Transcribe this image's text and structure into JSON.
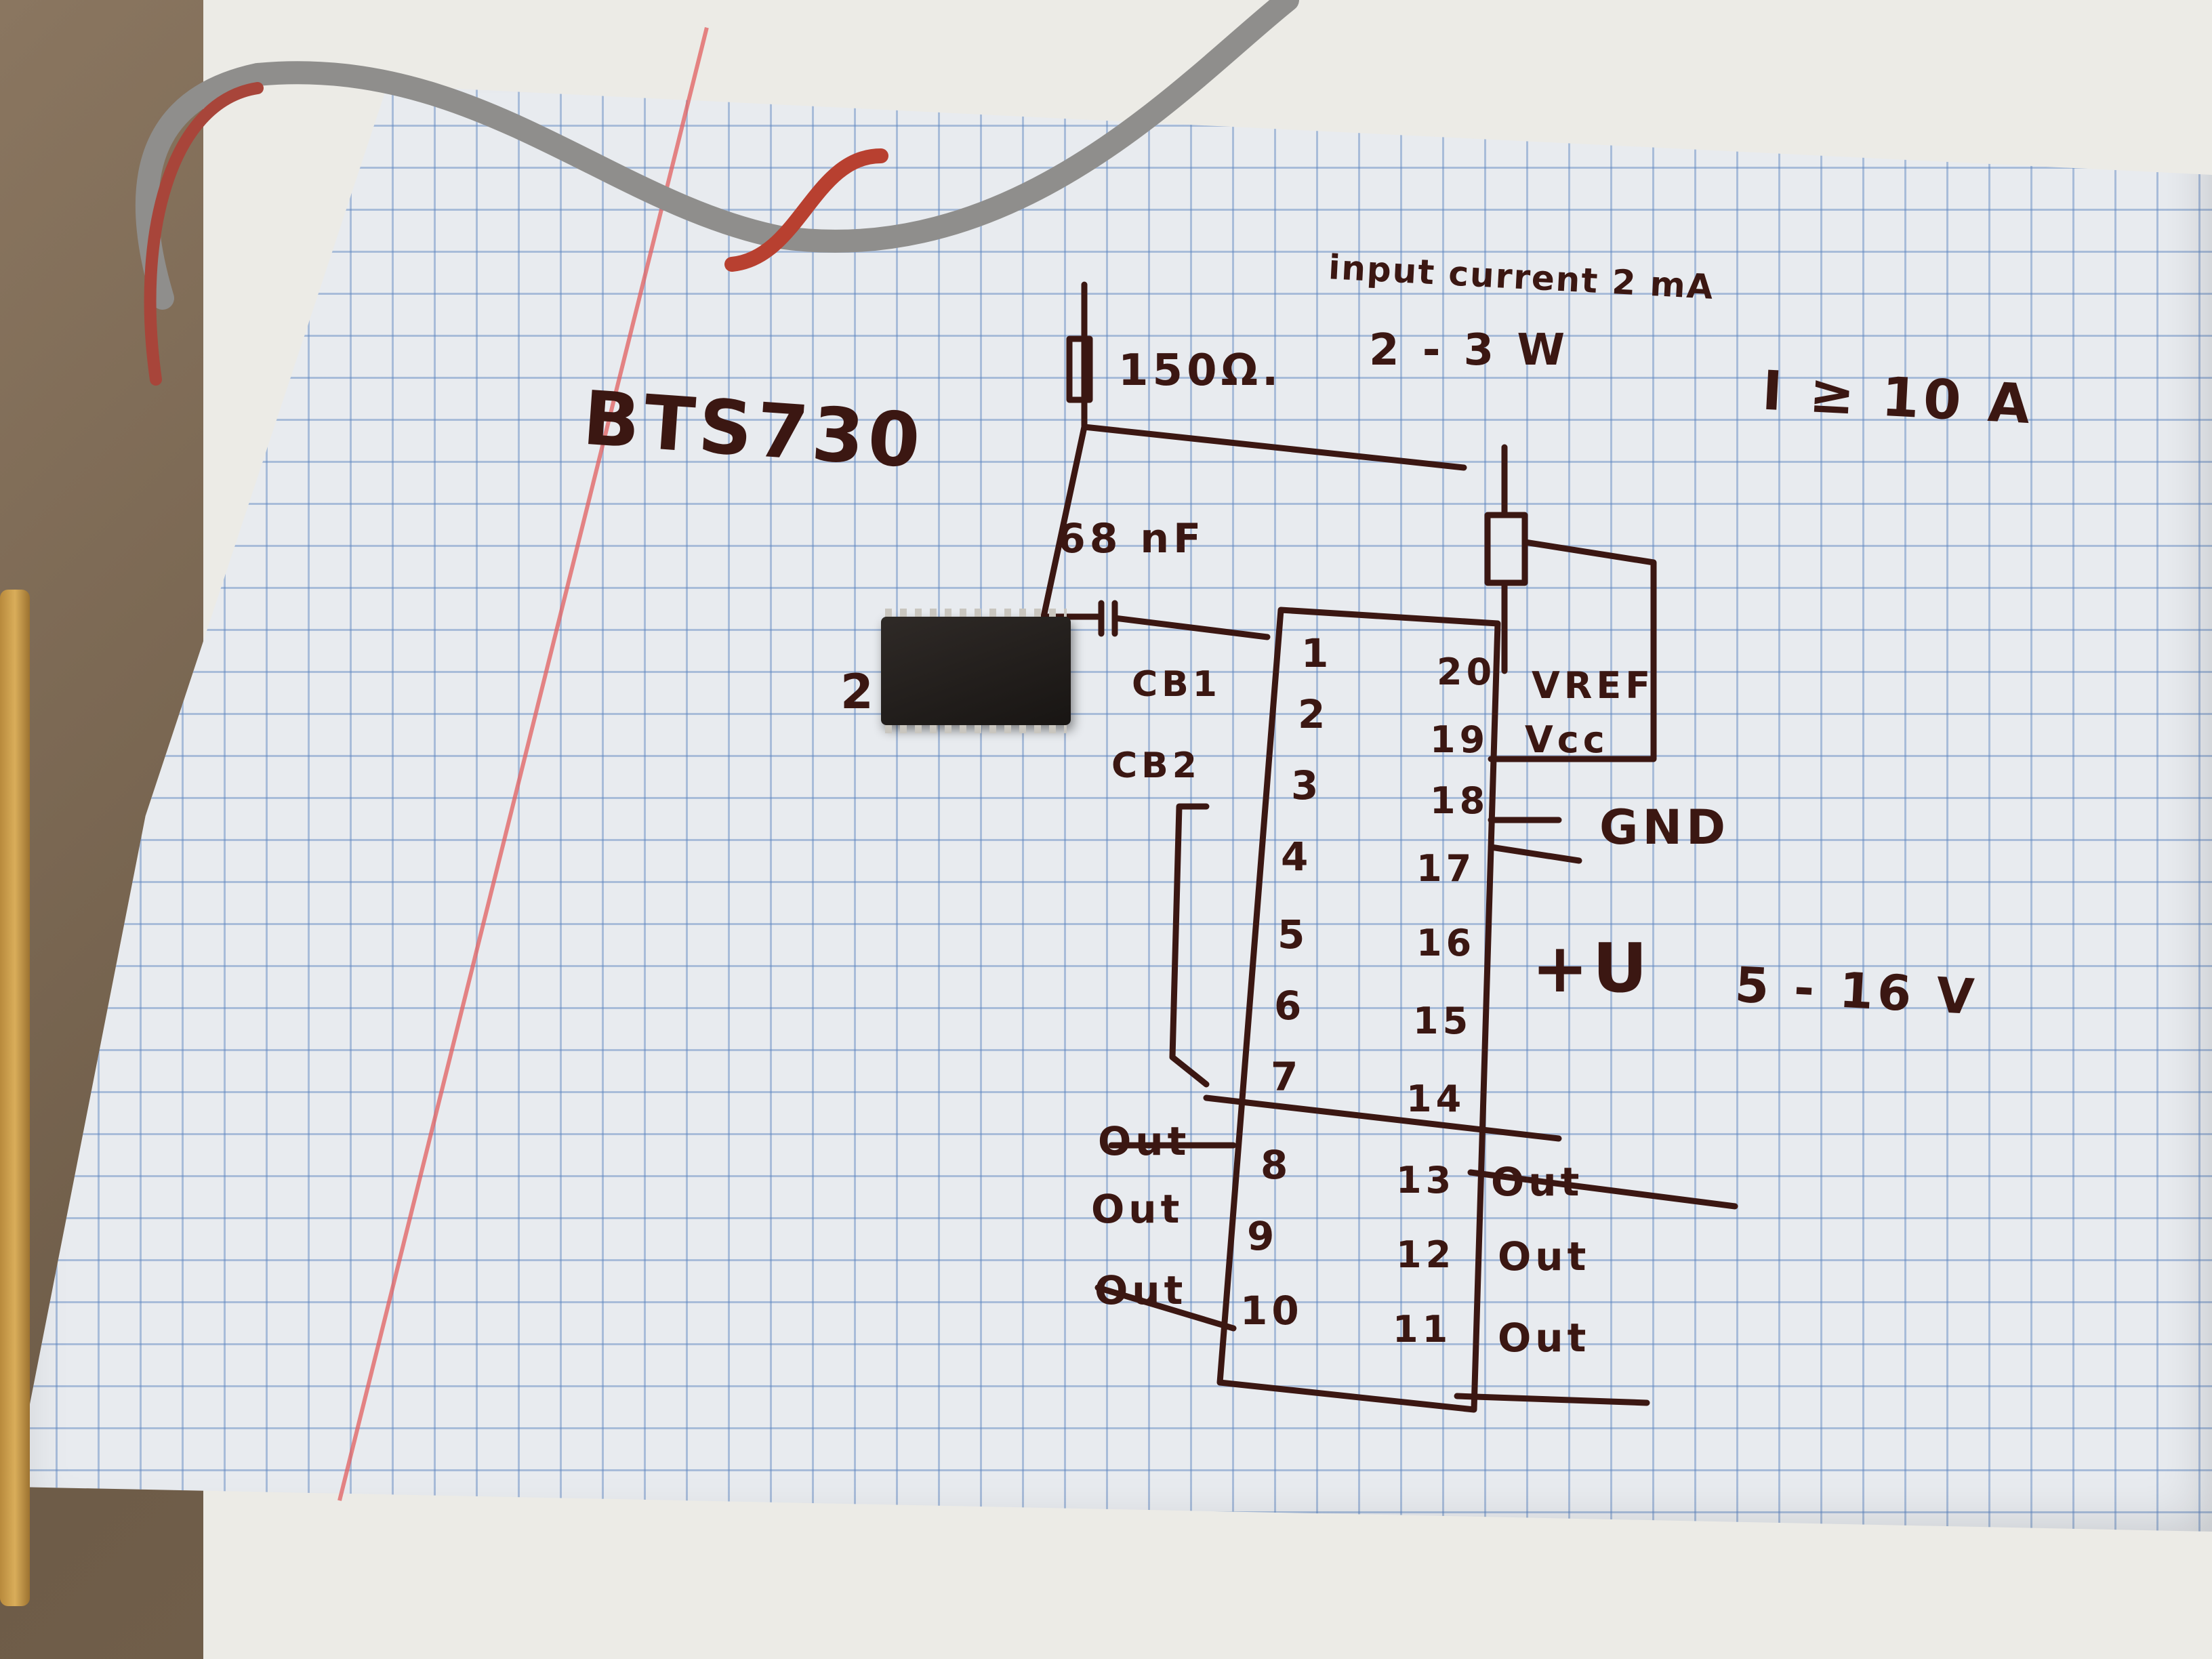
{
  "photo": {
    "title_text": "BTS730",
    "resistor_top": "150Ω.",
    "capacitor": "68 nF",
    "notes": {
      "input_current": "input current 2 mA",
      "power": "2 - 3 W",
      "current": "I ≥ 10 A"
    },
    "chip_count": "2",
    "left_labels": [
      "1",
      "2",
      "3",
      "4",
      "5",
      "6",
      "7",
      "8",
      "9",
      "10"
    ],
    "right_labels": [
      "20",
      "19",
      "18",
      "17",
      "16",
      "15",
      "14",
      "13",
      "12",
      "11"
    ],
    "cb1": "CB1",
    "cb2": "CB2",
    "vref": "VREF",
    "vcc": "Vcc",
    "gnd": "GND",
    "supply": "+U",
    "supply_range": "5 - 16 V",
    "out_left": [
      "Out",
      "Out",
      "Out"
    ],
    "out_right": [
      "Out",
      "Out",
      "Out"
    ]
  }
}
